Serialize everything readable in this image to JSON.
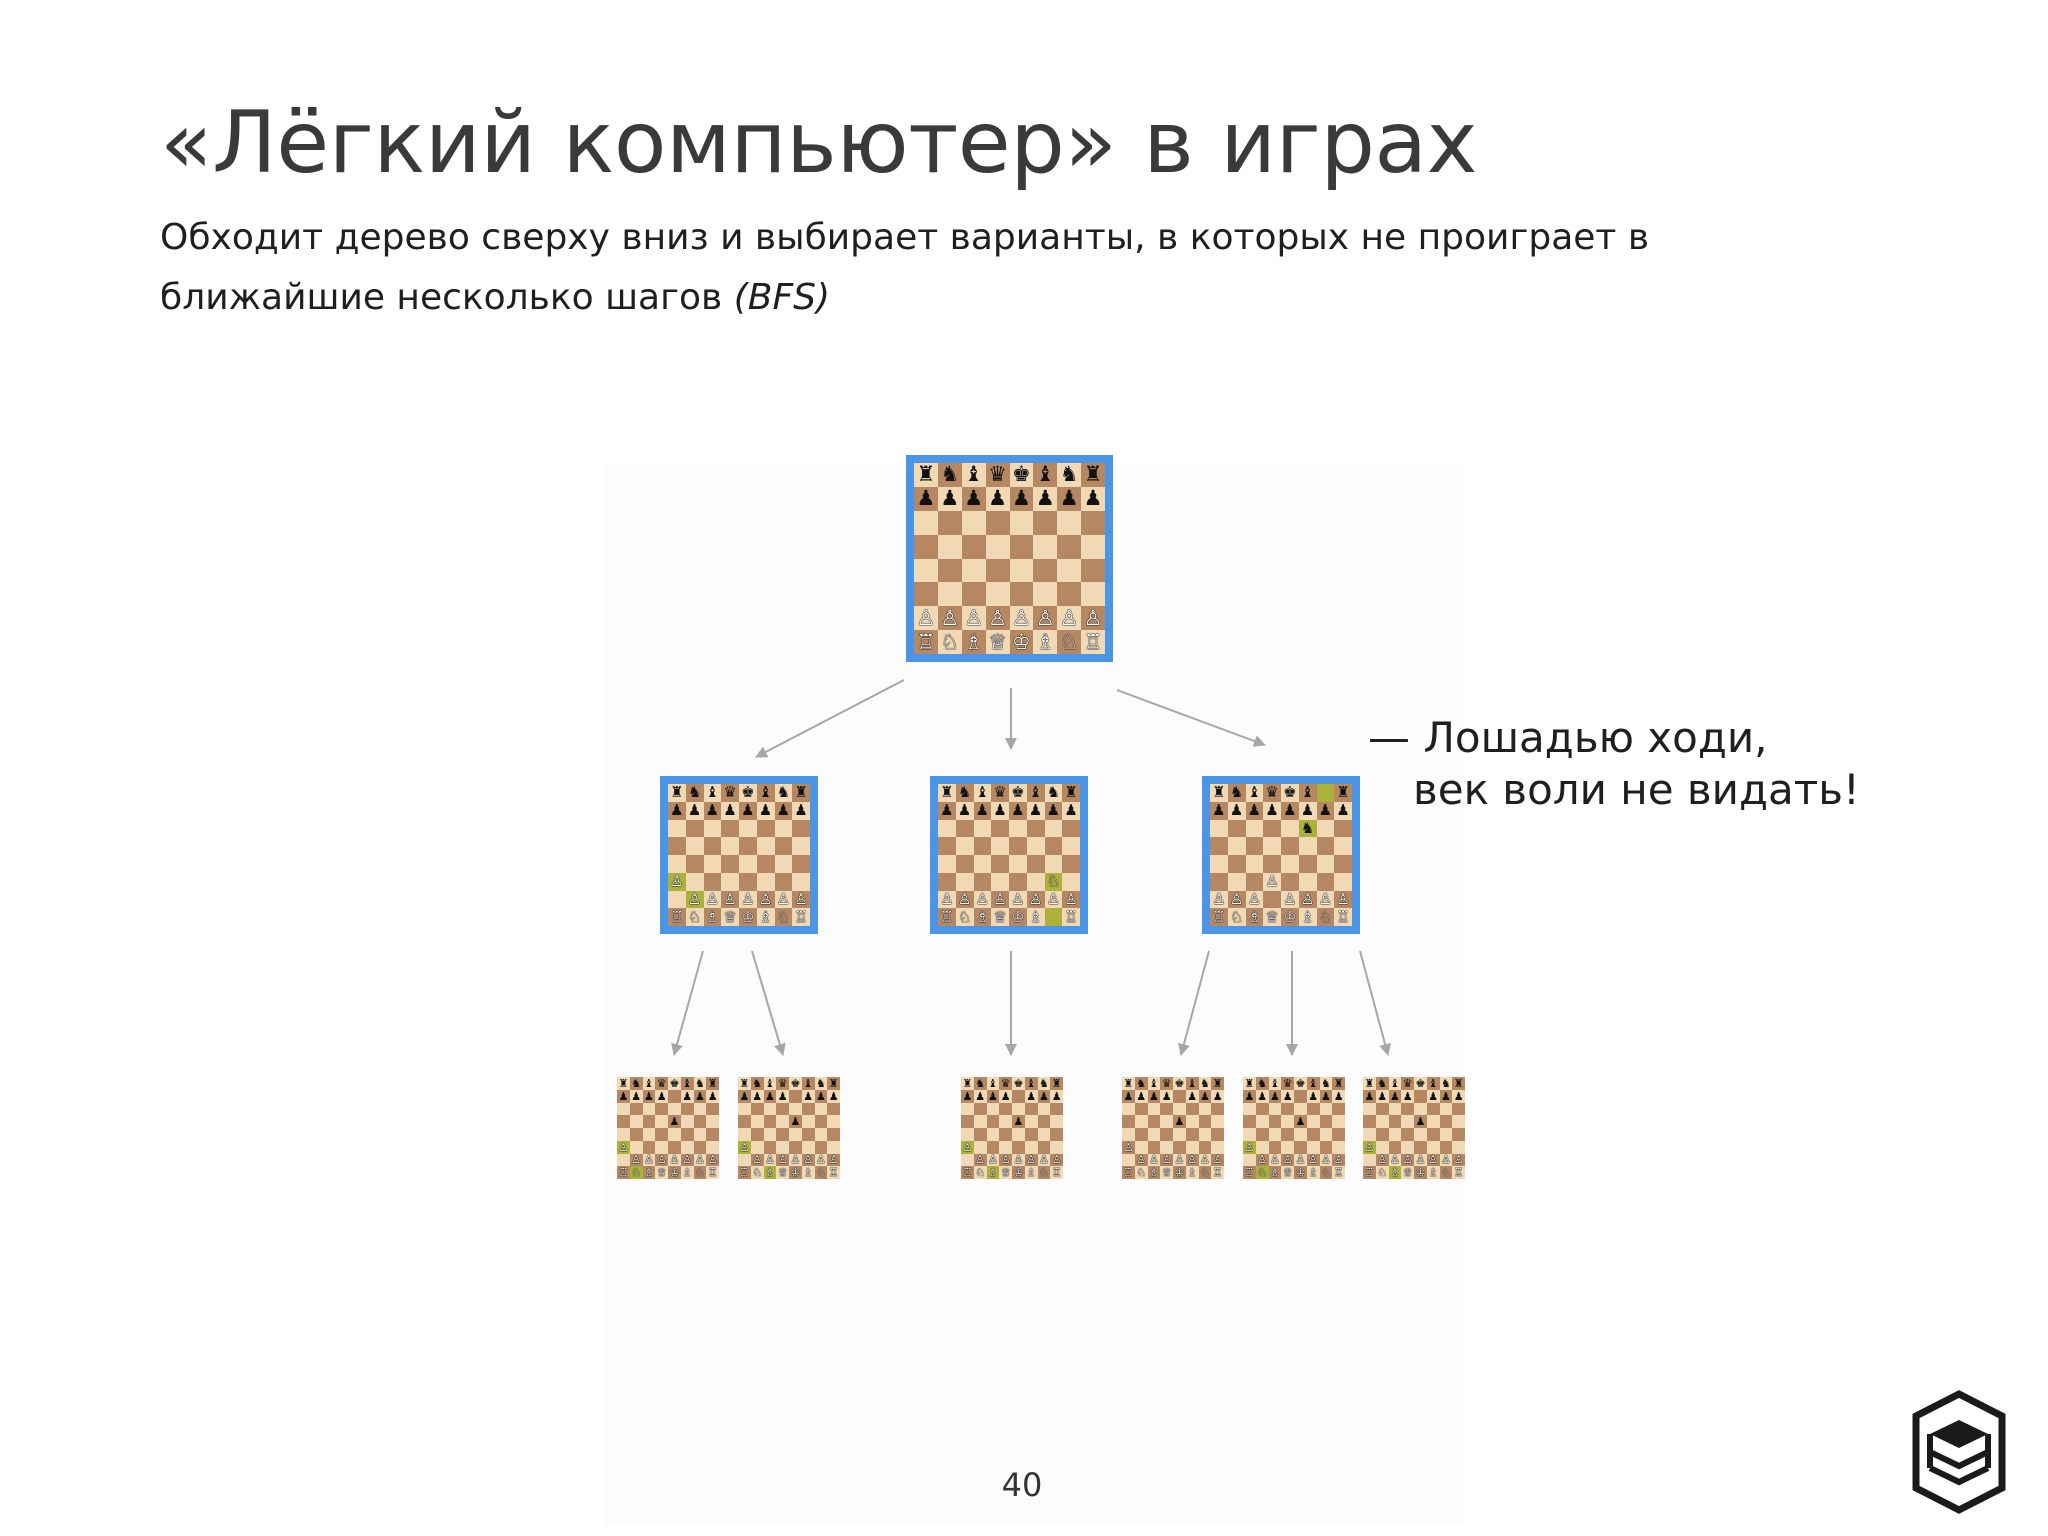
{
  "slide": {
    "title": "«Лёгкий компьютер» в играх",
    "subtitle_text": "Обходит дерево сверху вниз и выбирает варианты, в которых не проиграет в ближайшие несколько шагов ",
    "subtitle_emphasis": "(BFS)",
    "caption_line1": "— Лошадью ходи,",
    "caption_line2": "век воли не видать!",
    "page_number": "40",
    "logo": "hexagon-logo-icon"
  },
  "colors": {
    "frame": "#4a95e6",
    "light_square": "#f1d9b5",
    "dark_square": "#b58863",
    "highlight": "#abb13a",
    "arrow": "#a6a6a6",
    "title": "#3a3a3a",
    "text": "#1f1f1f"
  },
  "tree": {
    "root": {
      "board": [
        "rnbqkbnr",
        "pppppppp",
        "........",
        "........",
        "........",
        "........",
        "PPPPPPPP",
        "RNBQKBNR"
      ],
      "highlight": []
    },
    "level1": [
      {
        "board": [
          "rnbqkbnr",
          "pppppppp",
          "........",
          "........",
          "........",
          "P.......",
          ".PPPPPPP",
          "RNBQKBNR"
        ],
        "highlight": [
          "a3",
          "b2"
        ]
      },
      {
        "board": [
          "rnbqkbnr",
          "pppppppp",
          "........",
          "........",
          "........",
          "......N.",
          "PPPPPPPP",
          "RNBQKB.R"
        ],
        "highlight": [
          "g1",
          "g3"
        ]
      },
      {
        "board": [
          "rnbqkb.r",
          "pppppppp",
          ".....n..",
          "........",
          "........",
          "...P....",
          "PPP.PPPP",
          "RNBQKBNR"
        ],
        "highlight": [
          "g8",
          "f6"
        ]
      }
    ],
    "level2": [
      {
        "parent": 0,
        "board": [
          "rnbqkbnr",
          "pppp.ppp",
          "........",
          "....p...",
          "........",
          "P.......",
          ".PPPPPPP",
          "RNBQKBNR"
        ],
        "highlight": [
          "a3",
          "b1"
        ]
      },
      {
        "parent": 0,
        "board": [
          "rnbqkbnr",
          "pppp.ppp",
          "........",
          "....p...",
          "........",
          "P.......",
          ".PPPPPPP",
          "RNBQKBNR"
        ],
        "highlight": [
          "a3",
          "c1"
        ]
      },
      {
        "parent": 1,
        "board": [
          "rnbqkbnr",
          "pppp.ppp",
          "........",
          "....p...",
          "........",
          "P.......",
          ".PPPPPPP",
          "RNBQKBNR"
        ],
        "highlight": [
          "a3",
          "c1"
        ]
      },
      {
        "parent": 2,
        "board": [
          "rnbqkbnr",
          "pppp.ppp",
          "........",
          "....p...",
          "........",
          "P.......",
          ".PPPPPPP",
          "RNBQKBNR"
        ],
        "highlight": []
      },
      {
        "parent": 2,
        "board": [
          "rnbqkbnr",
          "pppp.ppp",
          "........",
          "....p...",
          "........",
          "P.......",
          ".PPPPPPP",
          "RNBQKBNR"
        ],
        "highlight": [
          "a3",
          "b1"
        ]
      },
      {
        "parent": 2,
        "board": [
          "rnbqkbnr",
          "pppp.ppp",
          "........",
          "....p...",
          "........",
          "P.......",
          ".PPPPPPP",
          "RNBQKBNR"
        ],
        "highlight": [
          "a3",
          "c1"
        ]
      }
    ]
  }
}
